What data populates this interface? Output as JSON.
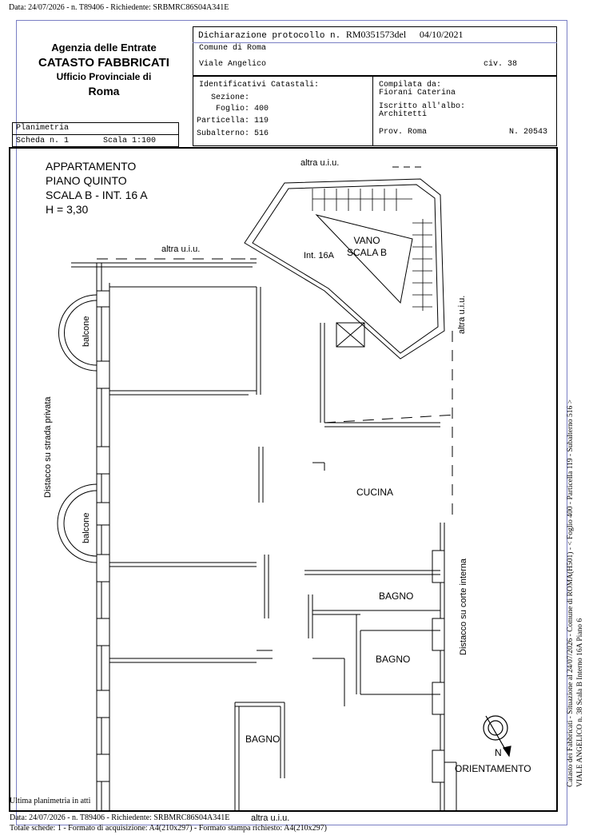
{
  "top_line": "Data: 24/07/2026 - n. T89406 - Richiedente: SRBMRC86S04A341E",
  "agency": {
    "name": "Agenzia delle Entrate",
    "catasto": "CATASTO FABBRICATI",
    "ufficio": "Ufficio Provinciale di",
    "city": "Roma"
  },
  "declaration": {
    "label": "Dichiarazione protocollo n.",
    "protocol": "RM0351573",
    "del": "del",
    "date": "04/10/2021",
    "comune": "Comune di Roma",
    "street": "Viale Angelico",
    "civ": "civ. 38"
  },
  "identificativi": {
    "title": "Identificativi Catastali:",
    "sezione": "Sezione:",
    "foglio": "Foglio: 400",
    "particella": "Particella: 119",
    "subalterno": "Subalterno: 516"
  },
  "compilata": {
    "label": "Compilata da:",
    "name": "Fiorani Caterina",
    "iscritto": "Iscritto all'albo:",
    "albo": "Architetti",
    "prov": "Prov. Roma",
    "numero": "N. 20543"
  },
  "planimetria": {
    "title": "Planimetria",
    "scheda": "Scheda n. 1",
    "scala": "Scala 1:100"
  },
  "plan": {
    "heading": [
      "APPARTAMENTO",
      "PIANO QUINTO",
      "SCALA B - INT. 16 A",
      "H = 3,30"
    ],
    "altra_top": "altra u.i.u.",
    "altra_left": "altra u.i.u.",
    "altra_right": "altra u.i.u.",
    "altra_bottom": "altra u.i.u.",
    "vano": "VANO",
    "scala_b": "SCALA B",
    "int": "Int. 16A",
    "balcone1": "balcone",
    "balcone2": "balcone",
    "distacco_strada": "Distacco su strada privata",
    "distacco_corte": "Distacco su corte interna",
    "cucina": "CUCINA",
    "bagno1": "BAGNO",
    "bagno2": "BAGNO",
    "bagno3": "BAGNO",
    "north": "N",
    "orientamento": "ORIENTAMENTO"
  },
  "side_note": {
    "line1": "Catasto dei Fabbricati - Situazione al 24/07/2026 - Comune di ROMA(H501) - < Foglio 400 - Particella 119 - Subalterno 516 >",
    "line2": "VIALE ANGELICO n. 38 Scala B Interno 16A Piano 6"
  },
  "footer": {
    "ultima": "Ultima planimetria in atti",
    "data": "Data: 24/07/2026 - n. T89406 - Richiedente: SRBMRC86S04A341E",
    "totale": "Totale schede: 1 - Formato di acquisizione: A4(210x297) - Formato stampa richiesto: A4(210x297)"
  }
}
